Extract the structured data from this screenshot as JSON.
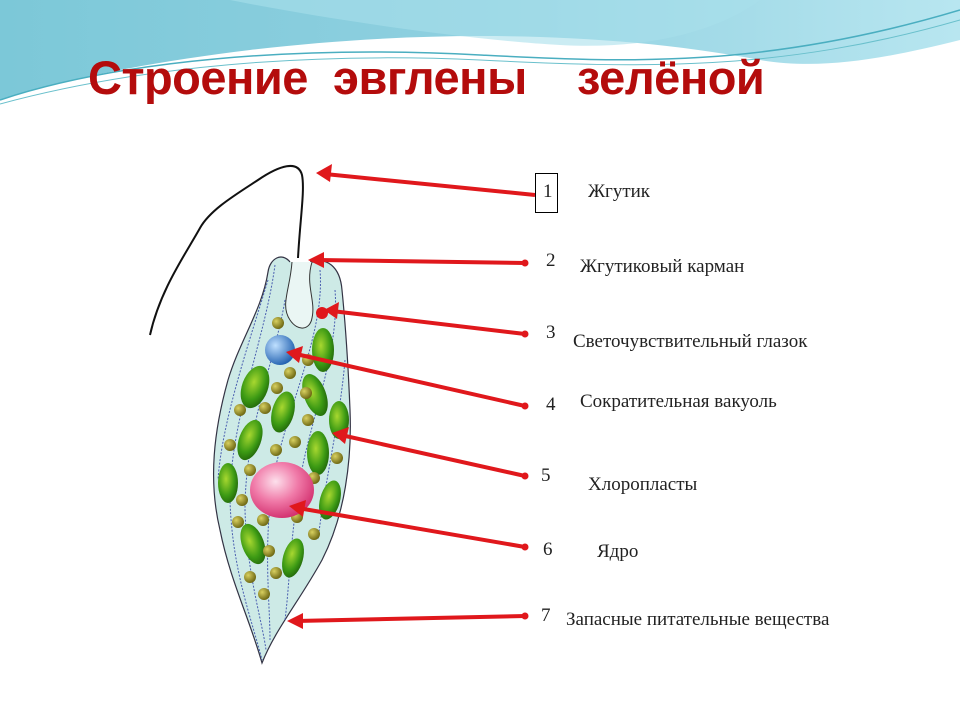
{
  "title": "Строение  эвглены    зелёной",
  "labels": [
    {
      "num": "1",
      "text": "Жгутик"
    },
    {
      "num": "2",
      "text": "Жгутиковый карман"
    },
    {
      "num": "3",
      "text": "Светочувствительный глазок"
    },
    {
      "num": "4",
      "text": "Сократительная вакуоль"
    },
    {
      "num": "5",
      "text": "Хлоропласты"
    },
    {
      "num": "6",
      "text": "Ядро"
    },
    {
      "num": "7",
      "text": "Запасные питательные вещества"
    }
  ],
  "colors": {
    "title": "#b40c0c",
    "arrow": "#e0181c",
    "body": "#cdeae6",
    "chloroplast": "#2e8a12",
    "nucleus": "#e8508a",
    "vacuole": "#3a7fd0"
  }
}
